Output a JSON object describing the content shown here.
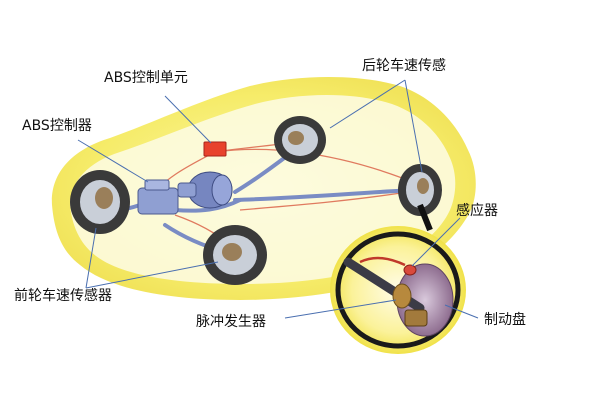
{
  "labels": {
    "abs_control_unit": "ABS控制单元",
    "abs_controller": "ABS控制器",
    "rear_wheel_speed_sensor": "后轮车速传感",
    "sensor": "感应器",
    "front_wheel_speed_sensor": "前轮车速传感器",
    "pulse_generator": "脉冲发生器",
    "brake_disc": "制动盘"
  },
  "colors": {
    "car_glow": "#f8f088",
    "car_body": "#fdfbe6",
    "brake_line": "#e07a5f",
    "hydraulic_pipe": "#7a8cc4",
    "control_unit": "#e8422c",
    "tire": "#3a3a3a",
    "hub": "#c9cfd8",
    "callout_glow": "#f5ea5a",
    "pointer_line": "#4a6fb0",
    "label_text": "#111111"
  }
}
